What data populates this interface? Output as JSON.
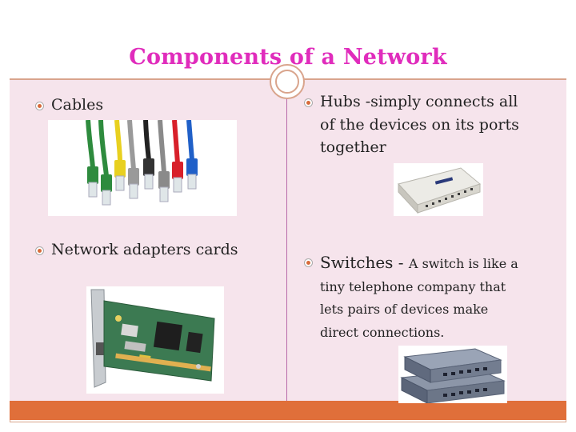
{
  "slide": {
    "title": "Components of a Network",
    "left_column": {
      "items": [
        {
          "label": "Cables",
          "image": "ethernet-cables-photo"
        },
        {
          "label": "Network adapters cards",
          "image": "network-adapter-card-photo"
        }
      ]
    },
    "right_column": {
      "items": [
        {
          "label_line1": "Hubs -simply connects all",
          "label_line2": "of the devices on its ports",
          "label_line3": "together",
          "image": "network-hub-photo"
        },
        {
          "label_big": "Switches - ",
          "label_small": "A switch is like a",
          "label_line2": "tiny telephone company that",
          "label_line3": "lets pairs of devices make",
          "label_line4": "direct connections.",
          "image": "network-switch-photo"
        }
      ]
    },
    "colors": {
      "title": "#e02cbc",
      "content_bg": "#f6e4ec",
      "footer": "#e06f3a",
      "rule": "#d9a48c"
    }
  }
}
